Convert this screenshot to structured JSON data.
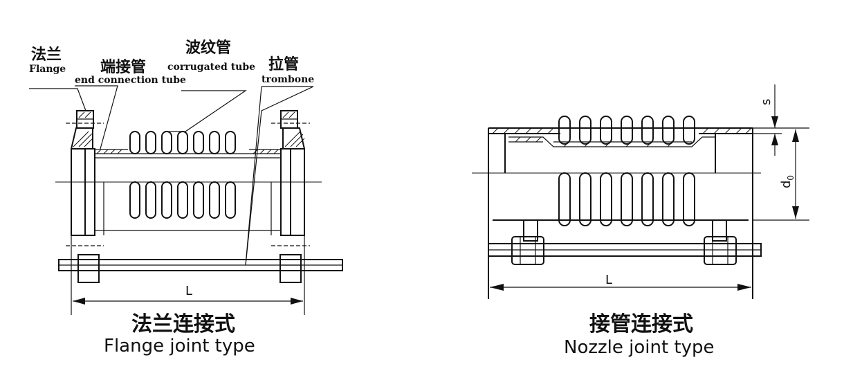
{
  "labels": {
    "flange_cn": "法兰",
    "flange_en": "Flange",
    "end_tube_cn": "端接管",
    "end_tube_en": "end connection tube",
    "corrugated_cn": "波纹管",
    "corrugated_en": "corrugated tube",
    "trombone_cn": "拉管",
    "trombone_en": "trombone"
  },
  "left_figure": {
    "caption_cn": "法兰连接式",
    "caption_en": "Flange joint type",
    "dim_length": "L"
  },
  "right_figure": {
    "caption_cn": "接管连接式",
    "caption_en": "Nozzle joint type",
    "dim_length": "L",
    "dim_thickness": "s",
    "dim_diameter": "d",
    "dim_diameter_sub": "0"
  }
}
